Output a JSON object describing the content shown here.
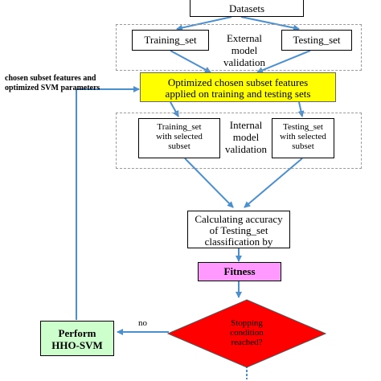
{
  "nodes": {
    "datasets": "Datasets",
    "training_set": "Training_set",
    "testing_set": "Testing_set",
    "external_validation": [
      "External",
      "model",
      "validation"
    ],
    "side_note": [
      "chosen subset features and",
      "optimized SVM parameters"
    ],
    "optimized_subset": [
      "Optimized chosen subset features",
      "applied on training and testing sets"
    ],
    "training_selected": [
      "Training_set",
      "with selected",
      "subset"
    ],
    "testing_selected": [
      "Testing_set",
      "with selected",
      "subset"
    ],
    "internal_validation": [
      "Internal",
      "model",
      "validation"
    ],
    "accuracy": [
      "Calculating accuracy",
      "of Testing_set",
      "classification by"
    ],
    "fitness": "Fitness",
    "stopping": [
      "Stopping",
      "condition",
      "reached?"
    ],
    "perform": [
      "Perform",
      "HHO-SVM"
    ],
    "no_label": "no"
  },
  "colors": {
    "arrow": "#4a8fd0",
    "yellow": "#ffff00",
    "pink": "#ff99ff",
    "green_box": "#ccffcc",
    "red_diamond": "#ff0000"
  },
  "icons": [
    "arrow-down-icon",
    "arrow-left-icon",
    "arrow-up-icon",
    "arrow-right-icon"
  ]
}
